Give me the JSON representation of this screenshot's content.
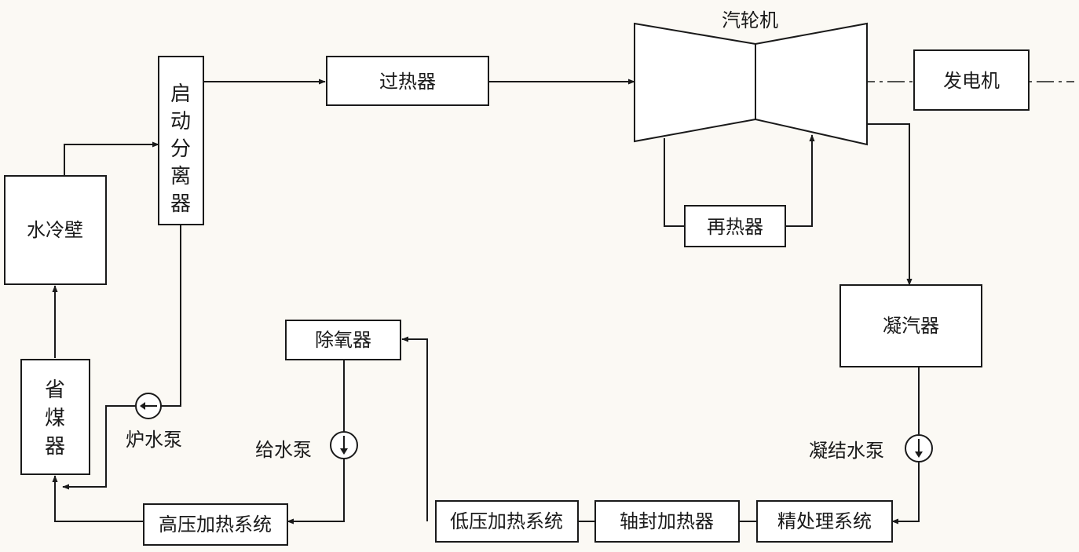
{
  "components": {
    "steam_turbine": "汽轮机",
    "generator": "发电机",
    "superheater": "过热器",
    "startup_separator": [
      "启",
      "动",
      "分",
      "离",
      "器"
    ],
    "water_wall": "水冷壁",
    "economizer": [
      "省",
      "煤",
      "器"
    ],
    "reheater": "再热器",
    "condenser": "凝汽器",
    "deaerator": "除氧器",
    "hp_heating_system": "高压加热系统",
    "lp_heating_system": "低压加热系统",
    "gland_seal_heater": "轴封加热器",
    "condensate_polishing": "精处理系统"
  },
  "pumps": {
    "boiler_water_pump": "炉水泵",
    "feed_water_pump": "给水泵",
    "condensate_pump": "凝结水泵"
  }
}
